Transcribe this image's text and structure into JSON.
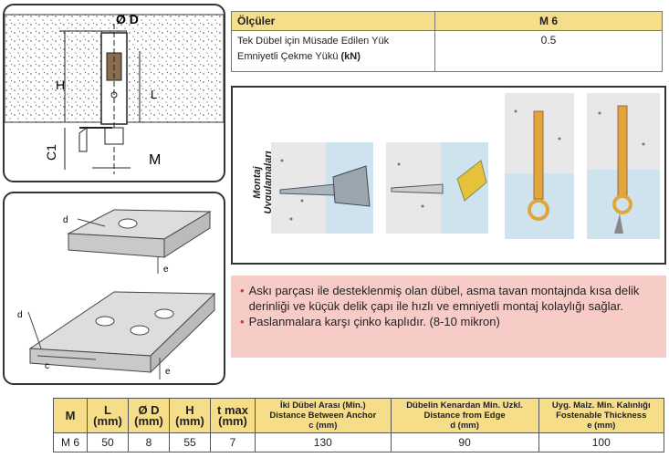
{
  "spec_table": {
    "header": {
      "label": "Ölçüler",
      "size": "M 6"
    },
    "row": {
      "label_line1": "Tek Dübel için Müsade Edilen Yük",
      "label_line2": "Emniyetli Çekme Yükü",
      "unit": "(kN)",
      "value": "0.5"
    }
  },
  "anchor_diagram": {
    "d_label": "Ø D",
    "h_label": "H",
    "l_label": "L",
    "c1_label": "C1",
    "m_label": "M"
  },
  "plate_diagram": {
    "d_label": "d",
    "e_label": "e",
    "c_label": "c"
  },
  "montaj": {
    "title_line1": "Montaj",
    "title_line2": "Uygulamaları"
  },
  "notes": [
    "Askı parçası ile desteklenmiş olan dübel, asma tavan montajnda kısa delik derinliği ve küçük delik çapı ile hızlı ve emniyetli montaj kolaylığı sağlar.",
    "Paslanmalara karşı çinko kaplıdır. (8-10 mikron)"
  ],
  "dim_table": {
    "headers": [
      {
        "l1": "M",
        "l2": ""
      },
      {
        "l1": "L",
        "l2": "(mm)"
      },
      {
        "l1": "Ø D",
        "l2": "(mm)"
      },
      {
        "l1": "H",
        "l2": "(mm)"
      },
      {
        "l1": "t max",
        "l2": "(mm)"
      },
      {
        "l1": "İki Dübel Arası (Min.)",
        "l2": "Distance Between Anchor",
        "l3": "c (mm)"
      },
      {
        "l1": "Dübelin Kenardan Min. Uzkl.",
        "l2": "Distance from Edge",
        "l3": "d (mm)"
      },
      {
        "l1": "Uyg. Malz. Min. Kalınlığı",
        "l2": "Fostenable Thickness",
        "l3": "e (mm)"
      }
    ],
    "rows": [
      [
        "M 6",
        "50",
        "8",
        "55",
        "7",
        "130",
        "90",
        "100"
      ]
    ]
  },
  "colors": {
    "header_bg": "#f6dd8a",
    "notes_bg": "#f8ccc6",
    "bullet": "#c0392b",
    "wall_bg": "#cfe3ef",
    "gold": "#e0a63a"
  }
}
